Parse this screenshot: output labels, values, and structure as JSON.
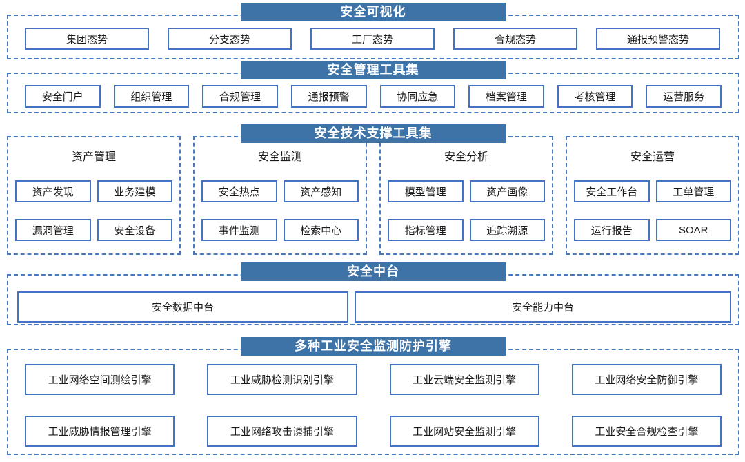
{
  "colors": {
    "header_bg": "#3e73a8",
    "box_border": "#4472c4",
    "dash_border": "#4679bd",
    "header_text": "#ffffff",
    "box_text": "#1a1a1a"
  },
  "viz": {
    "title": "安全可视化",
    "items": [
      "集团态势",
      "分支态势",
      "工厂态势",
      "合规态势",
      "通报预警态势"
    ]
  },
  "mgmt": {
    "title": "安全管理工具集",
    "items": [
      "安全门户",
      "组织管理",
      "合规管理",
      "通报预警",
      "协同应急",
      "档案管理",
      "考核管理",
      "运营服务"
    ]
  },
  "tech": {
    "title": "安全技术支撑工具集",
    "groups": [
      {
        "title": "资产管理",
        "items": [
          "资产发现",
          "业务建模",
          "漏洞管理",
          "安全设备"
        ]
      },
      {
        "title": "安全监测",
        "items": [
          "安全热点",
          "资产感知",
          "事件监测",
          "检索中心"
        ]
      },
      {
        "title": "安全分析",
        "items": [
          "模型管理",
          "资产画像",
          "指标管理",
          "追踪溯源"
        ]
      },
      {
        "title": "安全运营",
        "items": [
          "安全工作台",
          "工单管理",
          "运行报告",
          "SOAR"
        ]
      }
    ]
  },
  "platform": {
    "title": "安全中台",
    "items": [
      "安全数据中台",
      "安全能力中台"
    ]
  },
  "engines": {
    "title": "多种工业安全监测防护引擎",
    "items": [
      "工业网络空间测绘引擎",
      "工业威胁检测识别引擎",
      "工业云端安全监测引擎",
      "工业网络安全防御引擎",
      "工业威胁情报管理引擎",
      "工业网络攻击诱捕引擎",
      "工业网站安全监测引擎",
      "工业安全合规检查引擎"
    ]
  }
}
